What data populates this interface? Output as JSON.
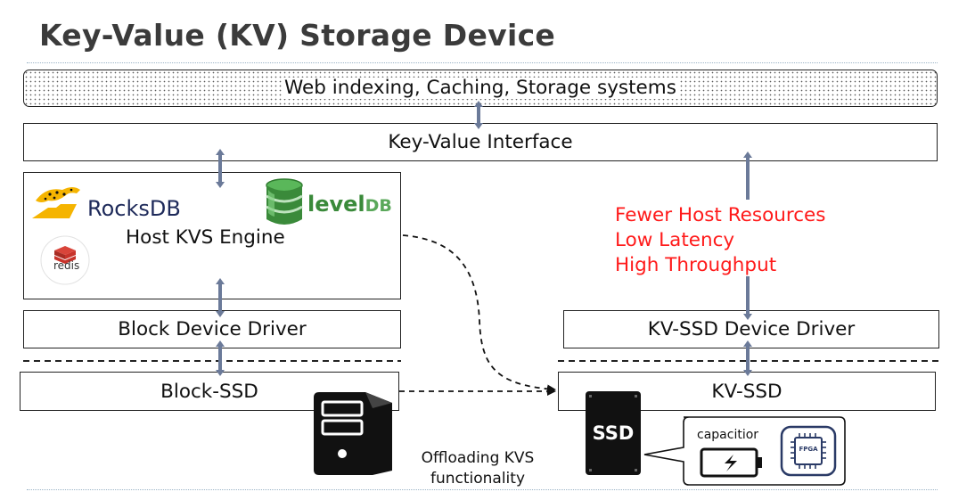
{
  "title": "Key-Value (KV) Storage Device",
  "layers": {
    "applications": "Web indexing, Caching, Storage systems",
    "kv_interface": "Key-Value Interface",
    "host_kvs_engine": "Host KVS Engine",
    "block_device_driver": "Block Device Driver",
    "block_ssd": "Block-SSD",
    "kv_ssd_device_driver": "KV-SSD Device Driver",
    "kv_ssd": "KV-SSD"
  },
  "logos": {
    "rocksdb": "RocksDB",
    "leveldb_level": "level",
    "leveldb_db": "DB",
    "redis": "redis"
  },
  "benefits": [
    "Fewer Host Resources",
    "Low Latency",
    "High Throughput"
  ],
  "offload_caption": [
    "Offloading KVS",
    "functionality"
  ],
  "ssd_label": "SSD",
  "callout": {
    "capacitor_label": "capacitior",
    "fpga_label": "FPGA"
  },
  "colors": {
    "title": "#3b3b3b",
    "benefits": "#ff1a1a",
    "arrow": "#6b7a99",
    "leveldb_green": "#3a8a3a",
    "rocksdb_navy": "#1e2a5a",
    "redis_red": "#c8332b"
  }
}
